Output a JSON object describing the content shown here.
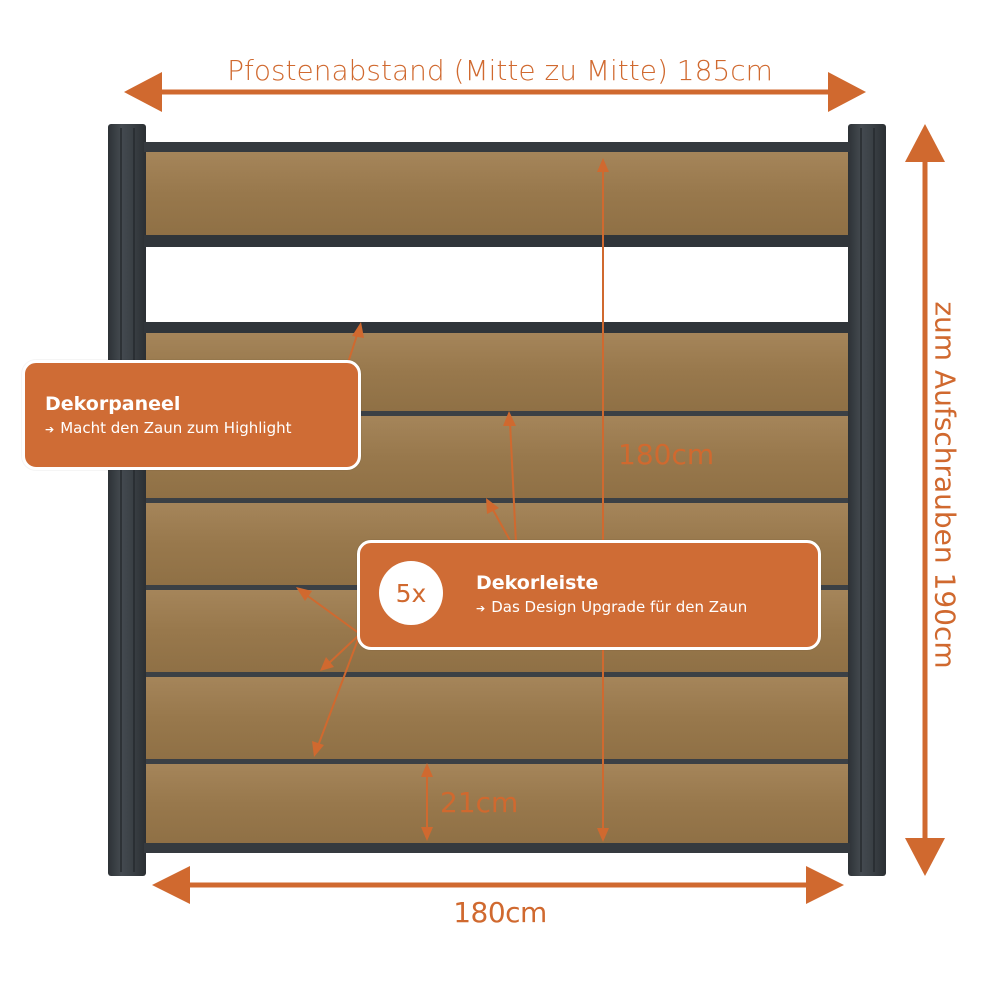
{
  "dimensions": {
    "post_spacing": "Pfostenabstand (Mitte zu Mitte) 185cm",
    "width": "180cm",
    "height": "180cm",
    "slat_height": "21cm",
    "screw_height": "zum Aufschrauben 190cm"
  },
  "callouts": {
    "panel": {
      "title": "Dekorpaneel",
      "subtitle": "Macht den Zaun zum Highlight"
    },
    "strip": {
      "count": "5x",
      "title": "Dekorleiste",
      "subtitle": "Das Design Upgrade für den Zaun"
    }
  },
  "icons": {
    "subtitle_bullet": "arrow-right-icon"
  },
  "colors": {
    "accent": "#cf6c35",
    "post": "#383d42",
    "wood": "#9c7c50"
  }
}
